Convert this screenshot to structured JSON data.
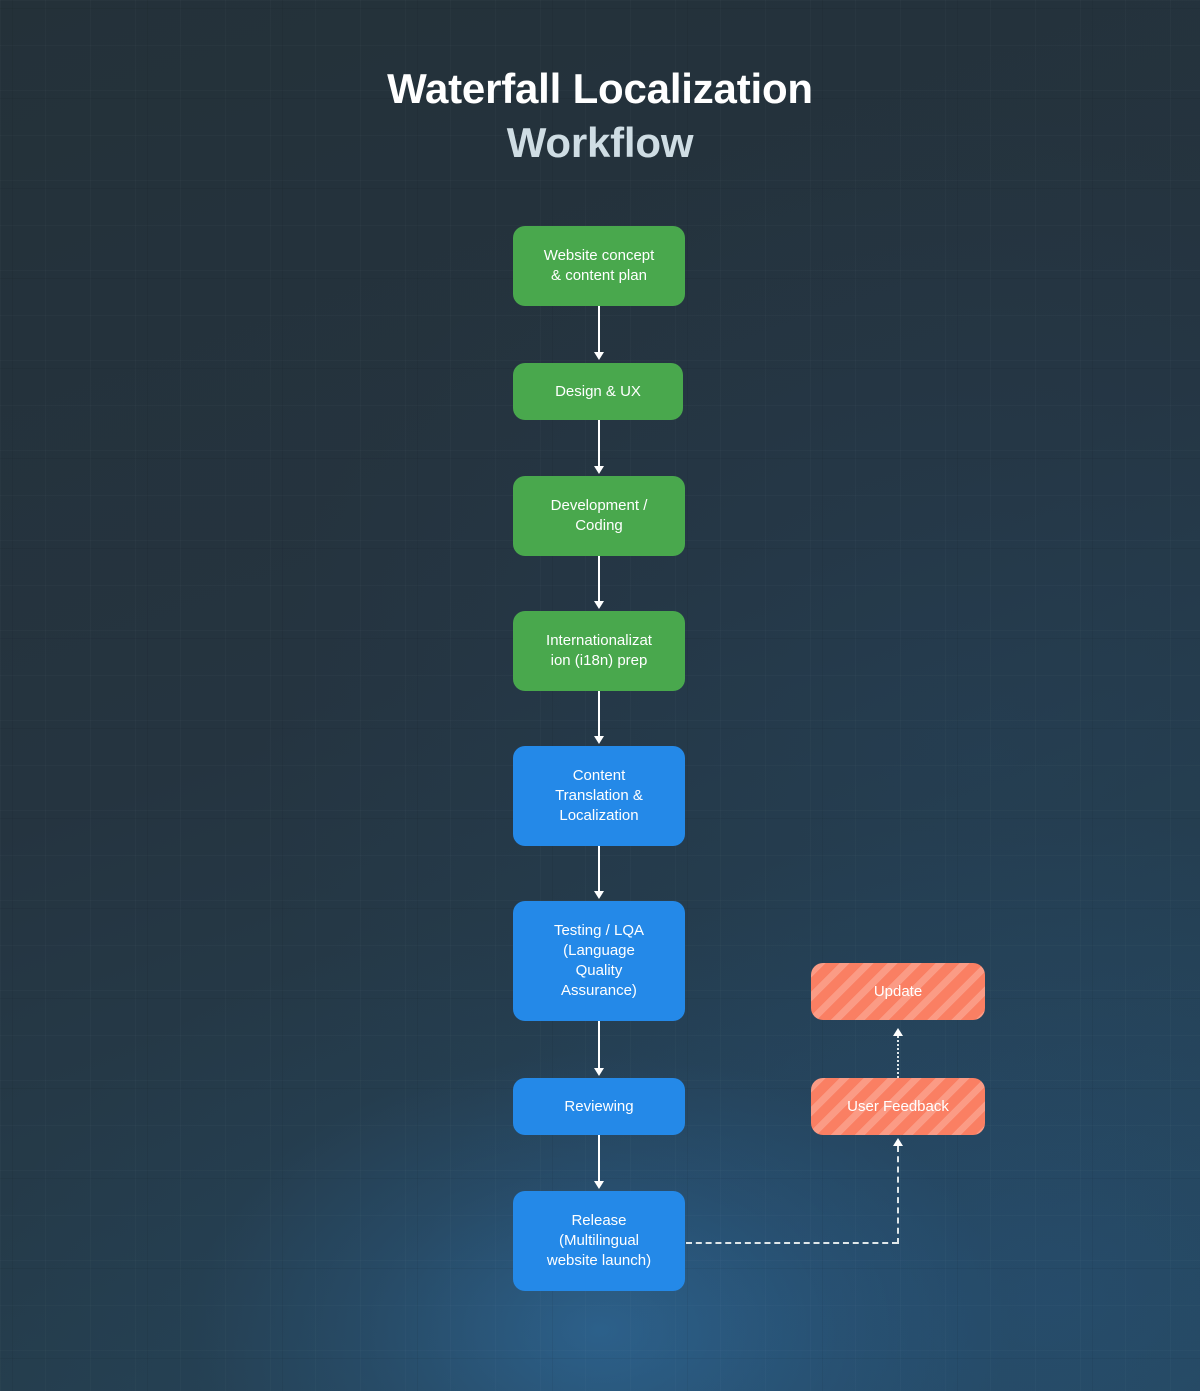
{
  "title": {
    "line1": "Waterfall Localization",
    "line2": "Workflow"
  },
  "colors": {
    "background": "#25333d",
    "phase_green": "#49a84d",
    "phase_blue": "#2489e8",
    "feedback_orange": "#fa7f63",
    "connector": "#ffffff",
    "text": "#ffffff"
  },
  "diagram": {
    "type": "flowchart",
    "orientation": "top-to-bottom",
    "main_flow": [
      {
        "id": "concept",
        "label": "Website concept\n& content plan",
        "color": "green"
      },
      {
        "id": "design",
        "label": "Design & UX",
        "color": "green"
      },
      {
        "id": "development",
        "label": "Development /\nCoding",
        "color": "green"
      },
      {
        "id": "i18n",
        "label": "Internationalizat\nion (i18n) prep",
        "color": "green"
      },
      {
        "id": "translation",
        "label": "Content\nTranslation &\nLocalization",
        "color": "blue"
      },
      {
        "id": "testing",
        "label": "Testing / LQA\n(Language\nQuality\nAssurance)",
        "color": "blue"
      },
      {
        "id": "reviewing",
        "label": "Reviewing",
        "color": "blue"
      },
      {
        "id": "release",
        "label": "Release\n(Multilingual\nwebsite launch)",
        "color": "blue"
      }
    ],
    "feedback_loop": [
      {
        "id": "update",
        "label": "Update",
        "color": "orange"
      },
      {
        "id": "user_feedback",
        "label": "User Feedback",
        "color": "orange"
      }
    ],
    "connections": [
      {
        "from": "concept",
        "to": "design",
        "style": "solid-arrow"
      },
      {
        "from": "design",
        "to": "development",
        "style": "solid-arrow"
      },
      {
        "from": "development",
        "to": "i18n",
        "style": "solid-arrow"
      },
      {
        "from": "i18n",
        "to": "translation",
        "style": "solid-arrow"
      },
      {
        "from": "translation",
        "to": "testing",
        "style": "solid-arrow"
      },
      {
        "from": "testing",
        "to": "reviewing",
        "style": "solid-arrow"
      },
      {
        "from": "reviewing",
        "to": "release",
        "style": "solid-arrow"
      },
      {
        "from": "release",
        "to": "user_feedback",
        "style": "dashed-elbow-arrow"
      },
      {
        "from": "user_feedback",
        "to": "update",
        "style": "dotted-arrow"
      }
    ]
  }
}
